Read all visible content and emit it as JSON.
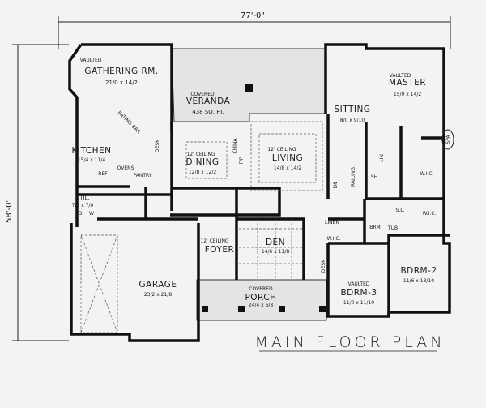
{
  "dimensions": {
    "width": "77'-0\"",
    "depth": "58'-0\""
  },
  "title": "MAIN FLOOR PLAN",
  "rooms": {
    "gathering": {
      "note": "VAULTED",
      "name": "GATHERING RM.",
      "size": "21/0 x 14/2"
    },
    "veranda": {
      "note": "COVERED",
      "name": "VERANDA",
      "size": "438 SQ. FT."
    },
    "kitchen": {
      "name": "KITCHEN",
      "size": "15/4 x 11/4",
      "eating_bar": "EATING BAR",
      "ref": "REF",
      "ovens": "OVENS",
      "pantry": "PANTRY",
      "desk": "DESK"
    },
    "dining": {
      "note": "12' CEILING",
      "name": "DINING",
      "size": "12/8 x 12/2",
      "china": "CHINA",
      "fp": "F/P"
    },
    "living": {
      "note": "12' CEILING",
      "name": "LIVING",
      "size": "14/8 x 14/2"
    },
    "sitting": {
      "name": "SITTING",
      "size": "8/0 x 9/10",
      "dn": "DN",
      "railing": "RAILING"
    },
    "master": {
      "note": "VAULTED",
      "name": "MASTER",
      "size": "15/0 x 14/2",
      "spa": "SPA",
      "lin": "LIN",
      "sh": "SH",
      "wic": "W.I.C.",
      "sl": "S.L.",
      "wic2": "W.I.C.",
      "brm": "BRM",
      "tub": "TUB"
    },
    "util": {
      "name": "UTIL.",
      "size": "7/8 x 7/0",
      "d": "D",
      "w": "W"
    },
    "foyer": {
      "note": "12' CEILING",
      "name": "FOYER"
    },
    "den": {
      "name": "DEN",
      "size": "14/6 x 11/8"
    },
    "linen": {
      "name": "LINEN"
    },
    "garage": {
      "name": "GARAGE",
      "size": "23/2 x 21/8"
    },
    "porch": {
      "note": "COVERED",
      "name": "PORCH",
      "size": "24/4 x 6/8"
    },
    "bdrm3": {
      "note": "VAULTED",
      "name": "BDRM-3",
      "size": "11/0 x 11/10",
      "wic": "W.I.C.",
      "desk": "DESK"
    },
    "bdrm2": {
      "name": "BDRM-2",
      "size": "11/6 x 13/10"
    }
  }
}
